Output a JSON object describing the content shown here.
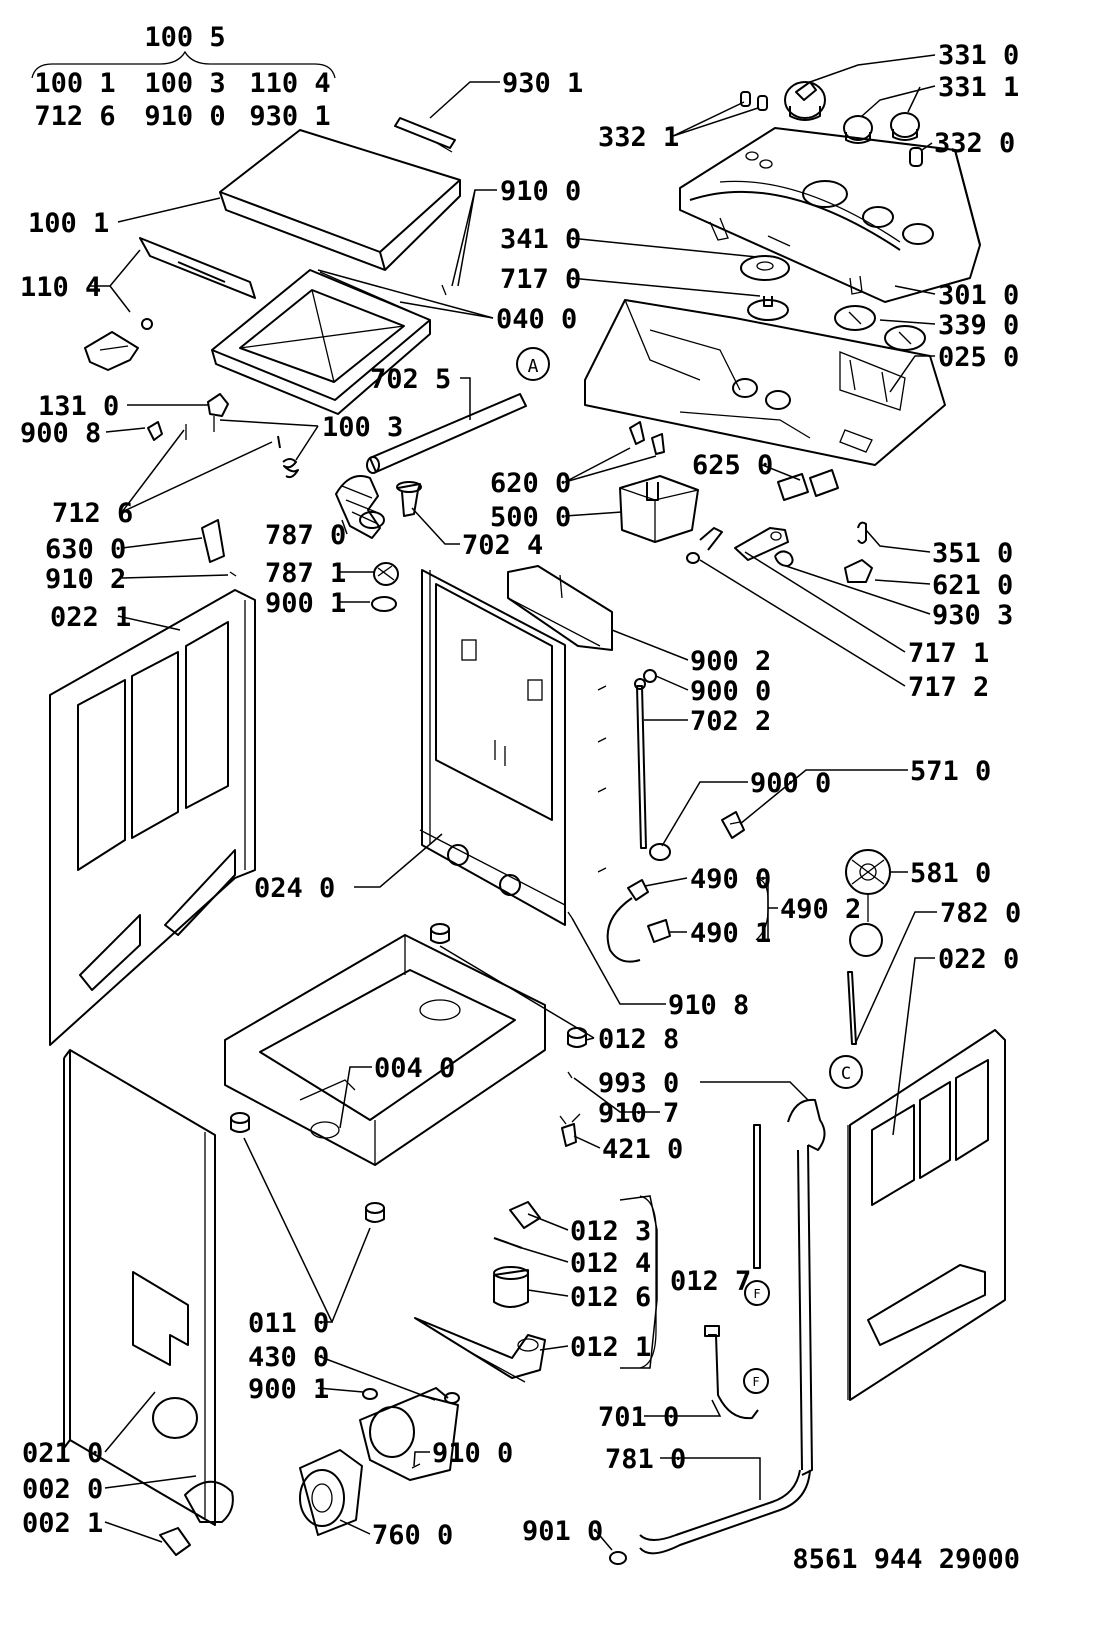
{
  "document": {
    "drawing_number": "8561 944 29000",
    "kit_header": {
      "kit_number": "100 5",
      "row1": [
        "100 1",
        "100 3",
        "110 4"
      ],
      "row2": [
        "712 6",
        "910 0",
        "930 1"
      ]
    },
    "callouts": {
      "c9301": "930 1",
      "c3310": "331 0",
      "c3311": "331 1",
      "c3321": "332 1",
      "c3320": "332 0",
      "c1001": "100 1",
      "c9100a": "910 0",
      "c3410": "341 0",
      "c7170": "717 0",
      "c1104": "110 4",
      "c3010": "301 0",
      "c0400": "040 0",
      "c3390": "339 0",
      "c0250": "025 0",
      "c7025": "702 5",
      "c1310": "131 0",
      "c1003": "100 3",
      "c9008": "900 8",
      "c6250": "625 0",
      "c6200": "620 0",
      "c7126": "712 6",
      "c5000": "500 0",
      "c7870": "787 0",
      "c7024": "702 4",
      "c3510": "351 0",
      "c6300": "630 0",
      "c6210": "621 0",
      "c7871": "787 1",
      "c9102": "910 2",
      "c9303": "930 3",
      "c9001a": "900 1",
      "c0221": "022 1",
      "c7171": "717 1",
      "c9002": "900 2",
      "c7172": "717 2",
      "c9000a": "900 0",
      "c7022": "702 2",
      "c9000b": "900 0",
      "c5710": "571 0",
      "c5810": "581 0",
      "c4900": "490 0",
      "c0240": "024 0",
      "c4902": "490 2",
      "c7820": "782 0",
      "c4901": "490 1",
      "c0220": "022 0",
      "c9108": "910 8",
      "c0128": "012 8",
      "c0040": "004 0",
      "c9930": "993 0",
      "c9107": "910 7",
      "c4210": "421 0",
      "c0123": "012 3",
      "c0124": "012 4",
      "c0127": "012 7",
      "c0126": "012 6",
      "c0110": "011 0",
      "c0121": "012 1",
      "c4300": "430 0",
      "c9001b": "900 1",
      "c7010": "701 0",
      "c0210": "021 0",
      "c9100b": "910 0",
      "c7810": "781 0",
      "c0020": "002 0",
      "c7600": "760 0",
      "c9010": "901 0",
      "c0021": "002 1"
    },
    "connector_marks": {
      "a": "A",
      "c": "C",
      "f": "F"
    }
  }
}
